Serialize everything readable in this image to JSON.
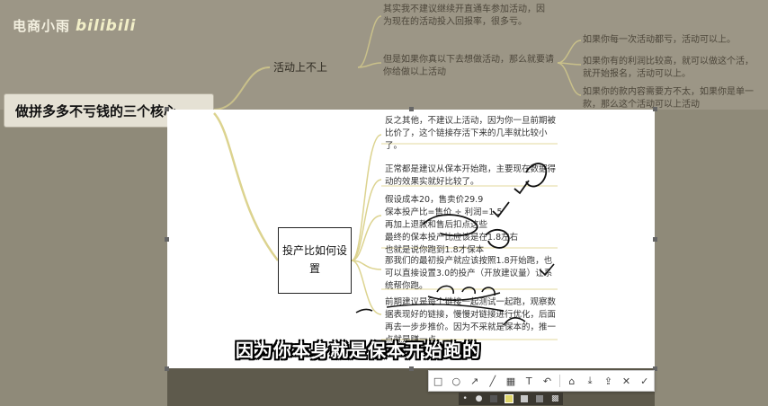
{
  "brand": {
    "name": "电商小雨",
    "logo": "bilibili"
  },
  "mindmap": {
    "main_topic": "做拼多多不亏钱的三个核心",
    "branch_activity": "活动上不上",
    "top_note_1": "其实我不建议继续开直通车参加活动，因为现在的活动投入回报率，很多亏。",
    "top_note_2": "但是如果你真以下去想做活动，那么就要请你给做以上活动",
    "right_note_1": "如果你每一次活动都亏，活动可以上。",
    "right_note_2": "如果你有的利润比较高，就可以做这个活，就开始报名，活动可以上。",
    "right_note_3": "如果你的款内容需要方不太，如果你是单一款，那么这个活动可以上活动",
    "note_reverse": "反之其他，不建议上活动，因为你一旦前期被比价了，这个链接存活下来的几率就比较小了。",
    "center_node": "投产比如何设置",
    "node_1": "正常都是建议从保本开始跑，主要现在数据得动的效果实就好比较了。",
    "node_2_lines": [
      "假设成本20，售卖价29.9",
      "保本投产比=售价 ÷ 利润=1.5",
      "再加上退款和售后扣点这些",
      "最终的保本投产比应该是在1.8左右",
      "也就是说你跑到1.8才保本"
    ],
    "node_3": "那我们的最初投产就应该按照1.8开始跑，也可以直接设置3.0的投产（开放建议量）让系统帮你跑。",
    "node_4": "前期建议是每个链接一起测试一起跑，观察数据表现好的链接，慢慢对链接进行优化，后面再去一步步推价。因为不采就是保本的，推一点就是赚一点。"
  },
  "subtitle": "因为你本身就是保本开始跑的",
  "toolbar": {
    "tools": [
      "rectangle-tool",
      "ellipse-tool",
      "arrow-tool",
      "pen-tool",
      "mosaic-tool",
      "text-tool",
      "undo-tool",
      "pin-tool",
      "save-tool",
      "share-tool",
      "cancel-tool",
      "confirm-tool"
    ],
    "glyphs": [
      "□",
      "○",
      "↗",
      "╱",
      "▦",
      "T",
      "↶",
      "⌂",
      "⤓",
      "⇪",
      "✕",
      "✓"
    ]
  },
  "palette": {
    "colors": [
      "#555555",
      "#e0d66b",
      "#c8c8c8",
      "#888888"
    ]
  }
}
